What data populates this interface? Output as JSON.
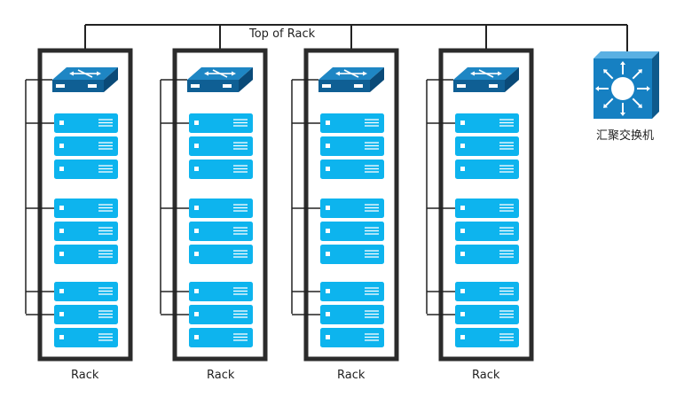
{
  "diagram": {
    "top_label": "Top of Rack",
    "racks": [
      {
        "label": "Rack"
      },
      {
        "label": "Rack"
      },
      {
        "label": "Rack"
      },
      {
        "label": "Rack"
      }
    ],
    "aggregation_switch": {
      "label": "汇聚交换机",
      "icon": "layer3-switch-icon"
    },
    "tor_switch_icon": "network-switch-icon",
    "server_icon": "server-unit-icon",
    "server_groups": 3,
    "servers_per_group": 3,
    "colors": {
      "rack_frame": "#2b2b2b",
      "link": "#222222",
      "server_fill": "#0db4ee",
      "switch_top": "#1e86c4",
      "switch_front": "#0f5f94",
      "agg_front": "#1680c2",
      "agg_side": "#0e5a8c",
      "agg_top": "#5ab0e3"
    }
  }
}
